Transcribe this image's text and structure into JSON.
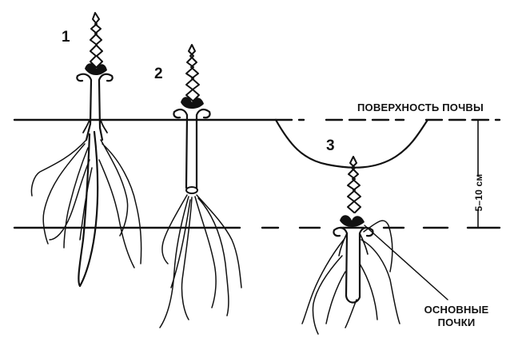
{
  "labels": {
    "plant_1": "1",
    "plant_2": "2",
    "plant_3": "3",
    "soil_surface": "ПОВЕРХНОСТЬ ПОЧВЫ",
    "depth": "5–10 см",
    "main_buds_line1": "ОСНОВНЫЕ",
    "main_buds_line2": "ПОЧКИ"
  },
  "colors": {
    "ink": "#111111",
    "background": "#ffffff"
  }
}
